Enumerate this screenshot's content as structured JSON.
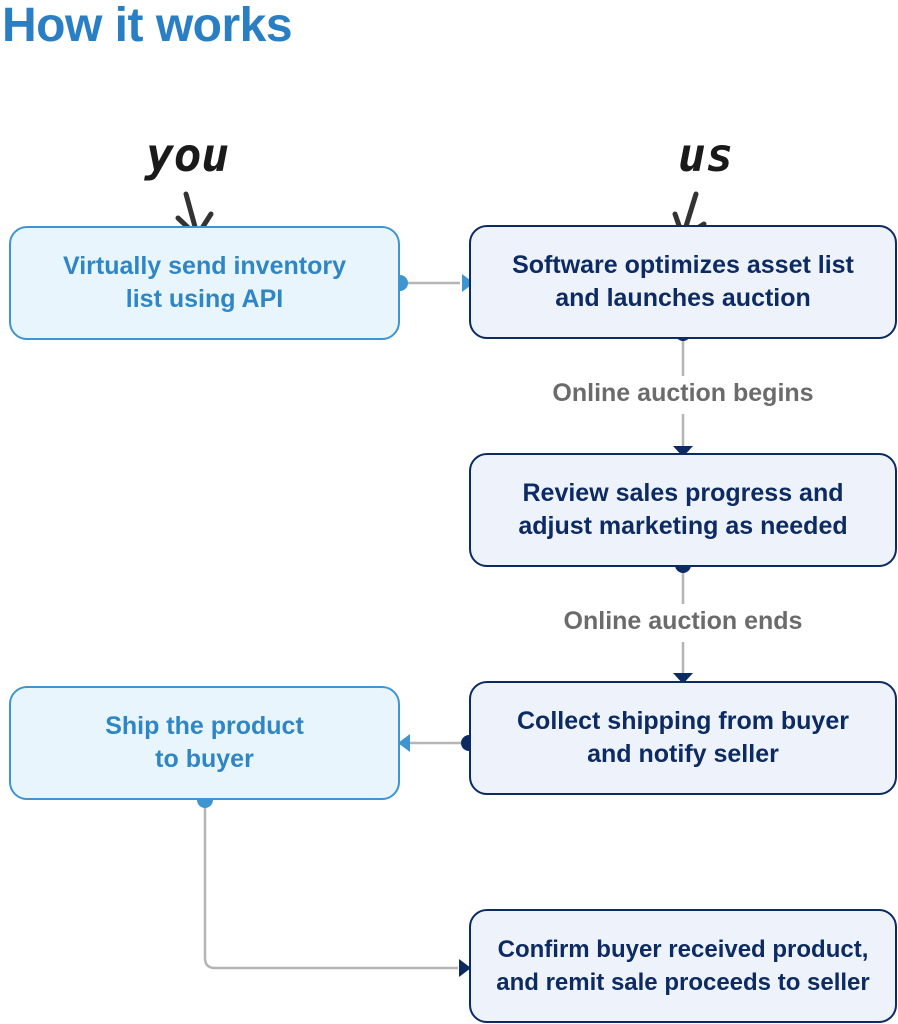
{
  "title": "How it works",
  "actors": {
    "you": "you",
    "us": "us"
  },
  "steps": {
    "send": {
      "line1": "Virtually send inventory",
      "line2": "list using API"
    },
    "optimize": {
      "line1": "Software optimizes asset list",
      "line2": "and launches auction"
    },
    "review": {
      "line1": "Review sales progress and",
      "line2": "adjust marketing as needed"
    },
    "collect": {
      "line1": "Collect shipping from buyer",
      "line2": "and notify seller"
    },
    "ship": {
      "line1": "Ship the product",
      "line2": "to buyer"
    },
    "confirm": {
      "line1": "Confirm buyer received product,",
      "line2": "and remit sale proceeds to seller"
    }
  },
  "connectors": {
    "auction_begins": "Online auction begins",
    "auction_ends": "Online auction ends"
  },
  "colors": {
    "title": "#2a7fc4",
    "light_box_fill": "#e9f5fc",
    "light_box_border": "#3f95cf",
    "dark_box_fill": "#eef3fb",
    "dark_box_border": "#0d2b63",
    "connector_line": "#b5b5b5",
    "connector_label": "#6b6b6b"
  }
}
